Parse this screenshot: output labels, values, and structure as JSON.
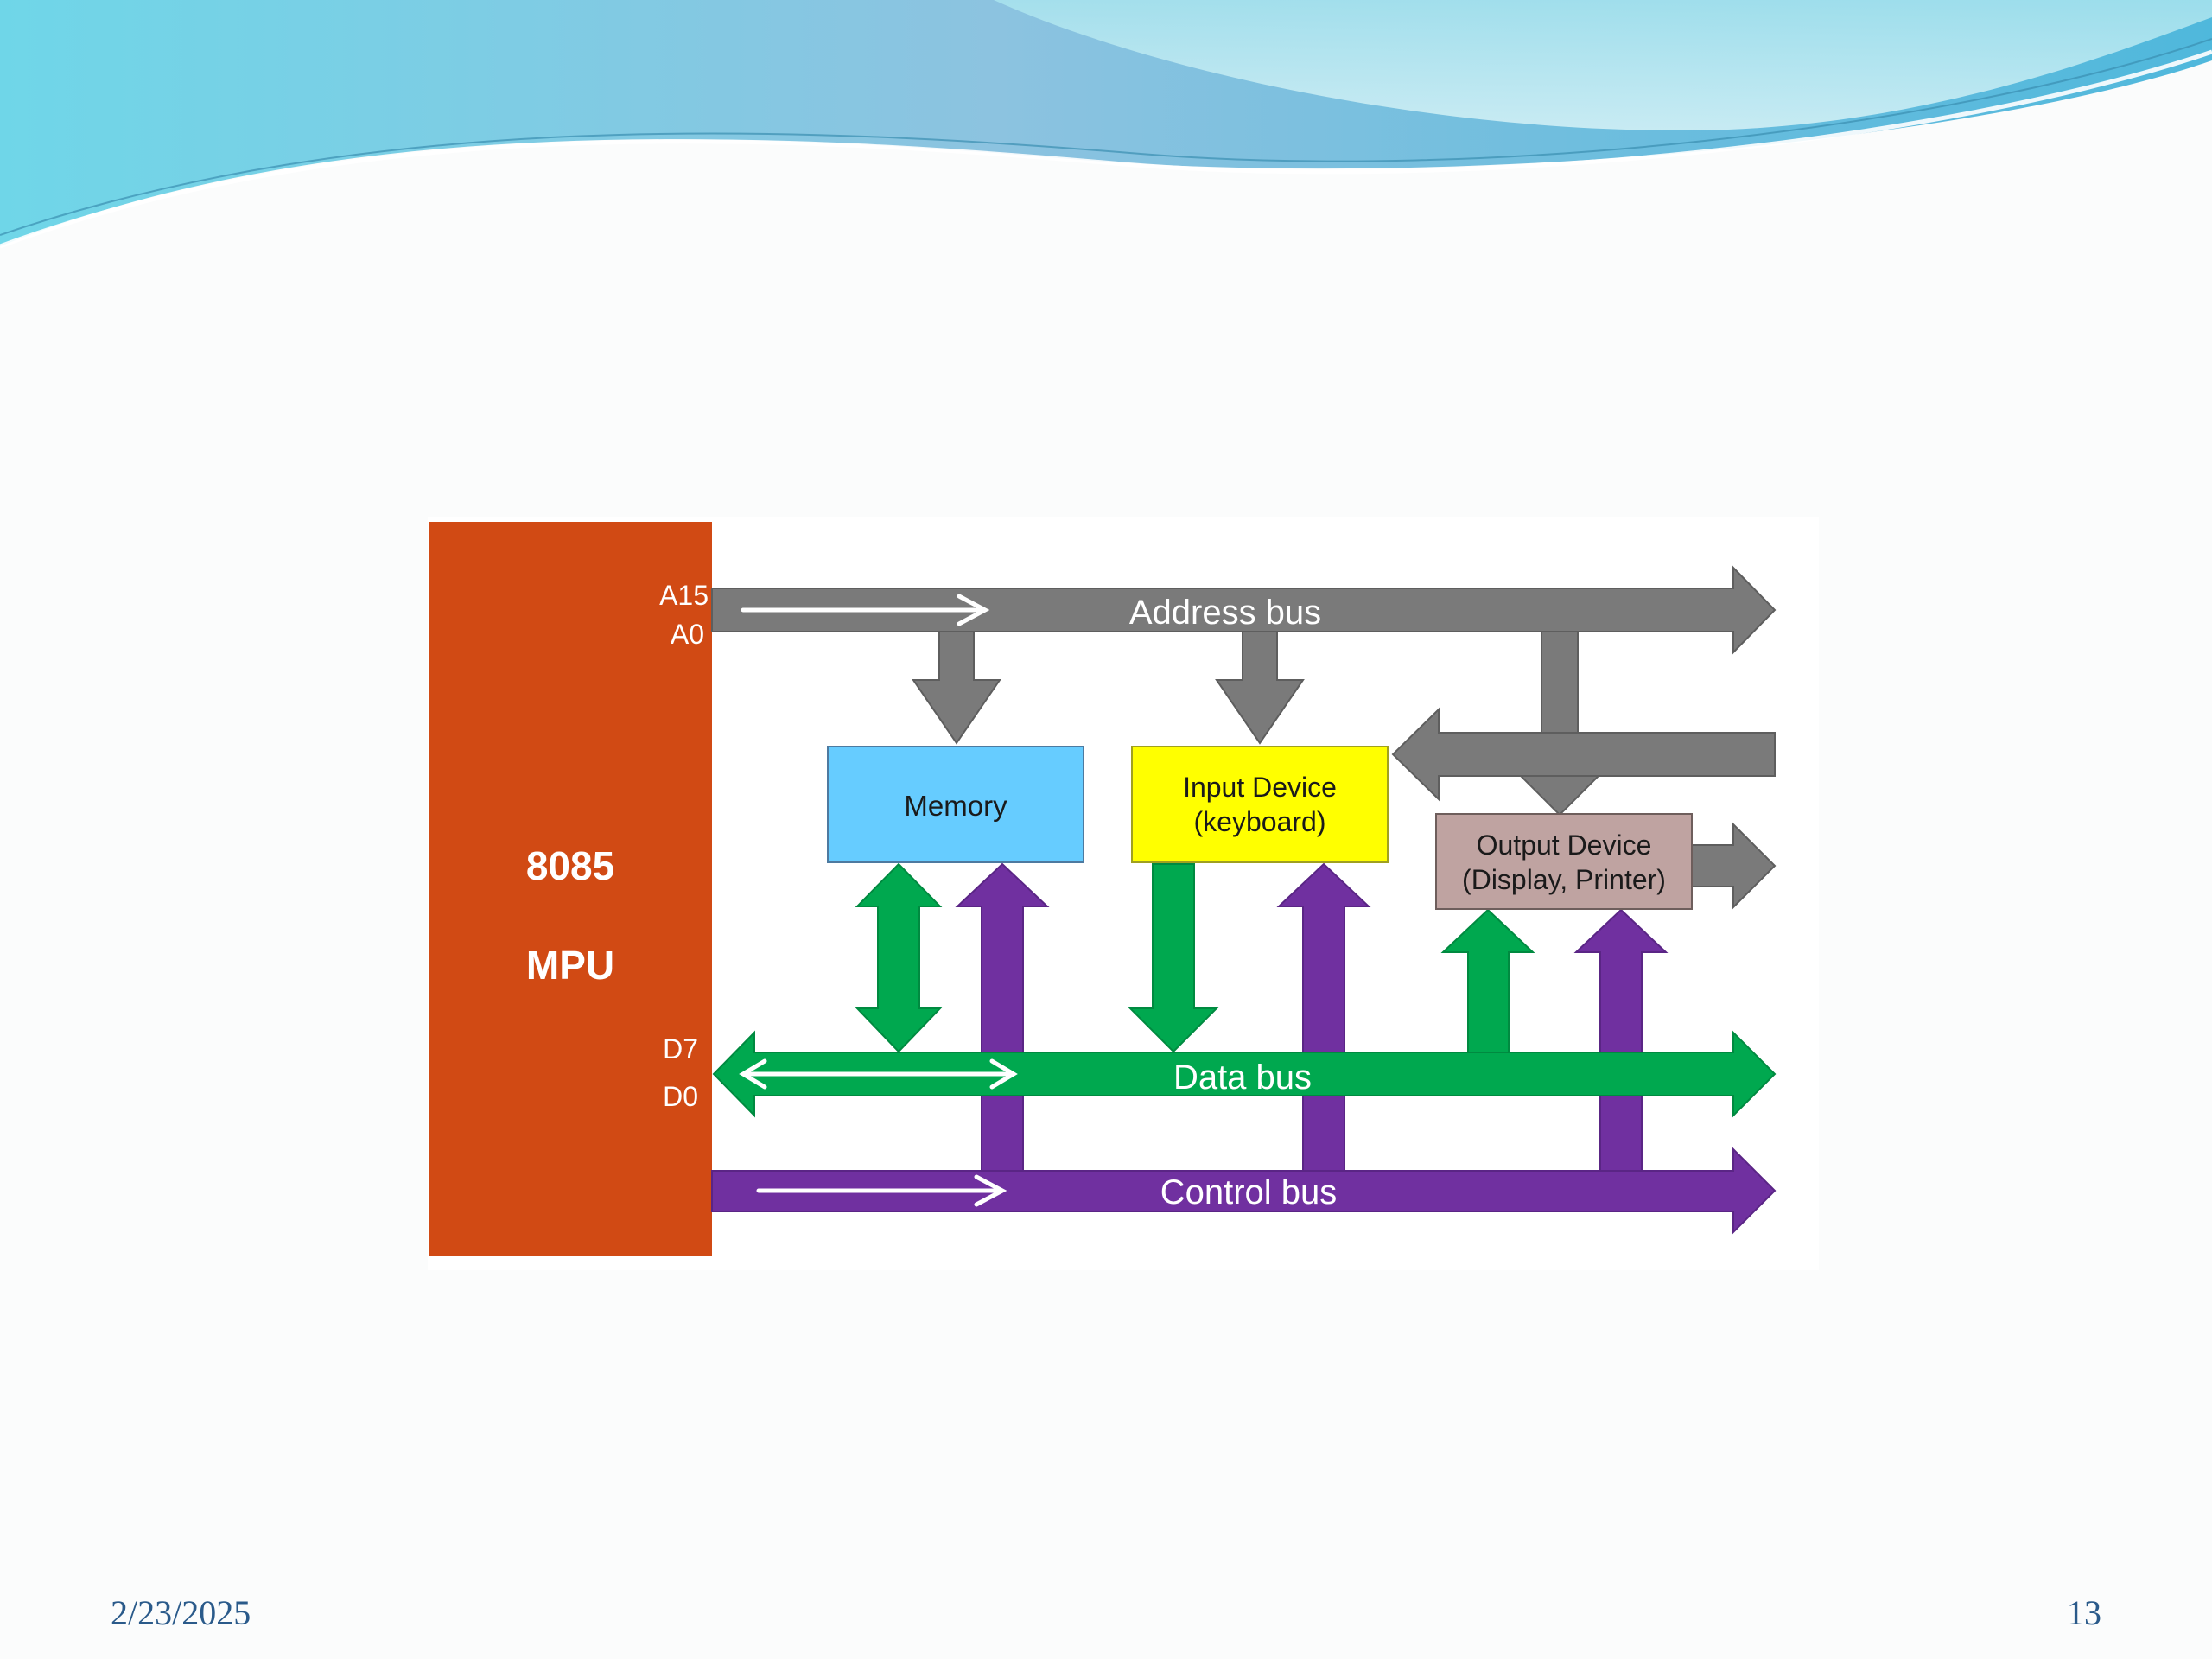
{
  "slide": {
    "date": "2/23/2025",
    "page_number": "13"
  },
  "diagram": {
    "mpu": {
      "line1": "8085",
      "line2": "MPU"
    },
    "pins": {
      "a15": "A15",
      "a0": "A0",
      "d7": "D7",
      "d0": "D0"
    },
    "buses": {
      "address": "Address bus",
      "data": "Data bus",
      "control": "Control bus"
    },
    "memory": {
      "label": "Memory"
    },
    "input_device": {
      "line1": "Input Device",
      "line2": "(keyboard)"
    },
    "output_device": {
      "line1": "Output Device",
      "line2": "(Display, Printer)"
    },
    "colors": {
      "mpu": "#d14a14",
      "address_bus": "#7a7a7a",
      "data_bus": "#00a84f",
      "control_bus": "#7030a0",
      "memory": "#66ccff",
      "input_device": "#ffff00",
      "output_device": "#bfa3a1"
    }
  }
}
